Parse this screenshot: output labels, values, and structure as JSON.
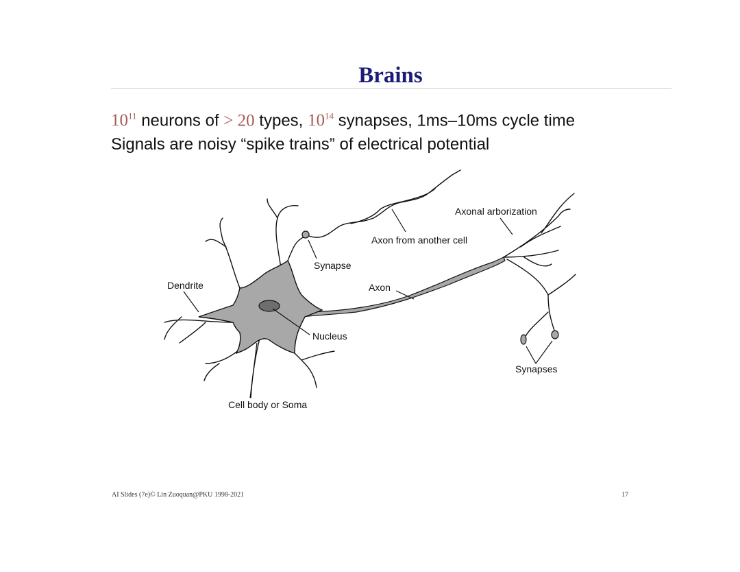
{
  "slide": {
    "title": "Brains",
    "line1": {
      "m1_base": "10",
      "m1_exp": "11",
      "t1": " neurons of ",
      "m2": "> 20",
      "t2": " types, ",
      "m3_base": "10",
      "m3_exp": "14",
      "t3": " synapses, 1ms–10ms cycle time"
    },
    "line2": "Signals are noisy “spike trains” of electrical potential"
  },
  "diagram": {
    "labels": {
      "axonal_arborization": "Axonal arborization",
      "axon_from_another_cell": "Axon from another cell",
      "synapse": "Synapse",
      "dendrite": "Dendrite",
      "axon": "Axon",
      "nucleus": "Nucleus",
      "synapses": "Synapses",
      "cell_body": "Cell body or Soma"
    },
    "colors": {
      "fill": "#a8a8a8",
      "nucleus": "#6e6e6e",
      "stroke": "#111111"
    }
  },
  "footer": {
    "left": "AI Slides (7e)© Lin Zuoquan@PKU 1998-2021",
    "page": "17"
  }
}
